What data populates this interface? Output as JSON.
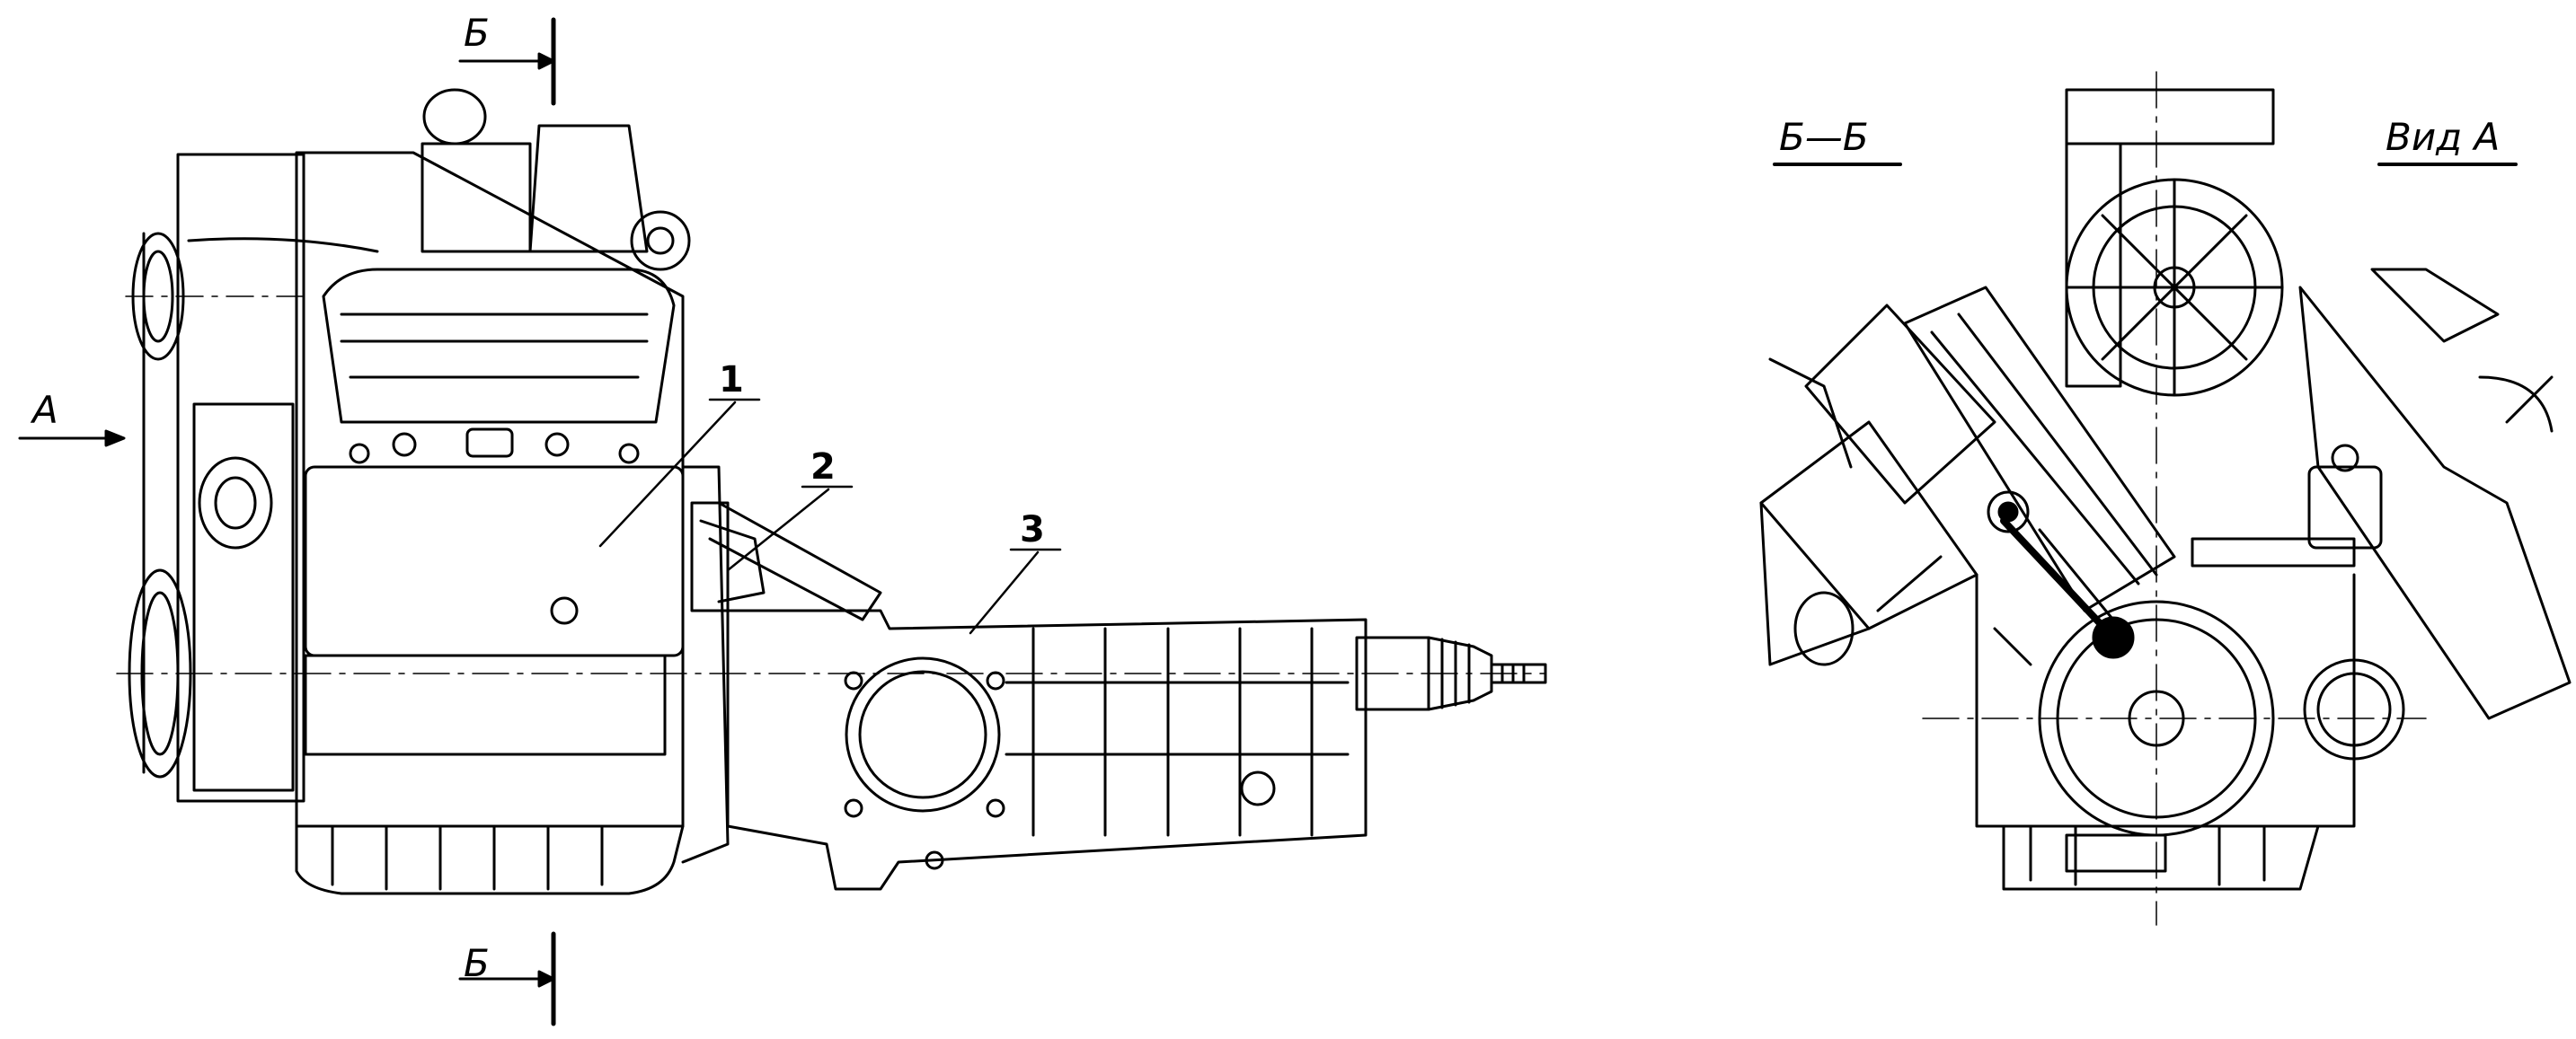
{
  "labels": {
    "section_top": "Б",
    "section_bottom": "Б",
    "view_arrow": "А",
    "callout_1": "1",
    "callout_2": "2",
    "callout_3": "3",
    "section_title": "Б—Б",
    "view_title": "Вид А"
  },
  "colors": {
    "line": "#000000",
    "paper": "#ffffff"
  }
}
